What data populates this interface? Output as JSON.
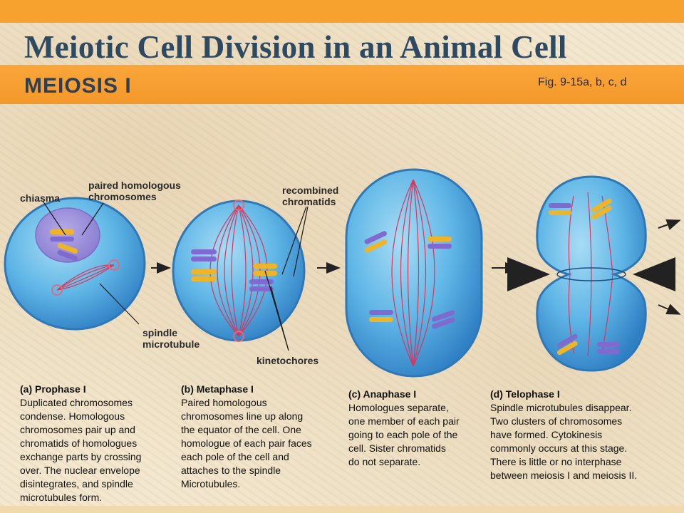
{
  "header": {
    "title": "Meiotic Cell Division in an Animal Cell",
    "section": "MEIOSIS I",
    "figure_ref": "Fig. 9-15a, b, c, d"
  },
  "colors": {
    "accent_orange": "#f7a12e",
    "title_blue": "#2e4a63",
    "cell_blue": "#58b3e4",
    "spindle_red": "#d9365a",
    "chromosome_purple": "#7f6ad0",
    "chromosome_yellow": "#f0b429"
  },
  "labels": {
    "chiasma": "chiasma",
    "paired": "paired homologous\nchromosomes",
    "spindle": "spindle\nmicrotubule",
    "recombined": "recombined\nchromatids",
    "kinetochores": "kinetochores"
  },
  "stages": [
    {
      "title": "(a) Prophase I",
      "description": "Duplicated chromosomes\ncondense. Homologous\nchromosomes pair up and\nchromatids of homologues\nexchange parts by crossing\nover. The nuclear envelope\ndisintegrates, and spindle\nmicrotubules form."
    },
    {
      "title": "(b) Metaphase I",
      "description": "Paired homologous\nchromosomes line up along\nthe equator of the cell. One\nhomologue of each pair faces\neach pole of the cell and\nattaches to the spindle\nMicrotubules."
    },
    {
      "title": "(c) Anaphase I",
      "description": "Homologues separate,\none member of each pair\ngoing to each pole of the\ncell. Sister chromatids\ndo not separate."
    },
    {
      "title": "(d) Telophase I",
      "description": "Spindle microtubules disappear.\nTwo clusters of chromosomes\nhave formed. Cytokinesis\ncommonly occurs at this stage.\nThere is little or no interphase\nbetween meiosis I and meiosis II."
    }
  ]
}
